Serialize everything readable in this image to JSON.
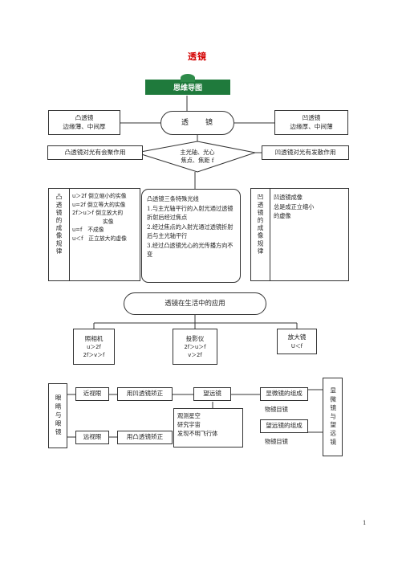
{
  "title": "透镜",
  "banner": "思维导图",
  "center": "透　　镜",
  "convex_box": [
    "凸透镜",
    "边缘薄、中间厚"
  ],
  "concave_box": [
    "凹透镜",
    "边缘厚、中间薄"
  ],
  "convex_effect": "凸透镜对光有会聚作用",
  "concave_effect": "凹透镜对光有发散作用",
  "diamond": [
    "主光轴、光心",
    "焦点、焦距 f"
  ],
  "convex_imaging": {
    "label": "凸透镜的成像规律",
    "rows": [
      "u＞2f 倒立缩小的实像",
      "u=2f 倒立等大的实像",
      "2f＞u＞f 倒立放大的",
      "实像",
      "u=f　不成像",
      "u＜f　正立放大的虚像"
    ]
  },
  "special_rays": [
    "凸透镜三条特殊光线",
    "1.与主光轴平行的入射光通过透镜折射后经过焦点",
    "2.经过焦点的入射光通过透镜折射后与主光轴平行",
    "3.经过凸透镜光心的光传播方向不变"
  ],
  "concave_imaging": {
    "label": "凹透镜的成像规律",
    "rows": [
      "凹透镜成像",
      "总是成正立缩小",
      "的虚像"
    ]
  },
  "life": "透镜在生活中的应用",
  "camera": [
    "照相机",
    "u＞2f",
    "2f＞v＞f"
  ],
  "projector": [
    "投影仪",
    "2f＞u＞f",
    "v＞2f"
  ],
  "magnifier": [
    "放大镜",
    "U＜f"
  ],
  "eye_label": "眼睛与眼镜",
  "myopia": "近视眼",
  "myopia_fix": "用凹透镜矫正",
  "hyperopia": "远视眼",
  "hyperopia_fix": "用凸透镜矫正",
  "telescope": "望远镜",
  "telescope_uses": [
    "观测星空",
    "研究宇宙",
    "发现不明飞行体"
  ],
  "microscope_comp": "显微镜的组成",
  "microscope_parts": "物镜目镜",
  "telescope_comp": "望远镜的组成",
  "telescope_parts": "物镜目镜",
  "right_label": "显微镜与望远镜",
  "page_number": "1"
}
